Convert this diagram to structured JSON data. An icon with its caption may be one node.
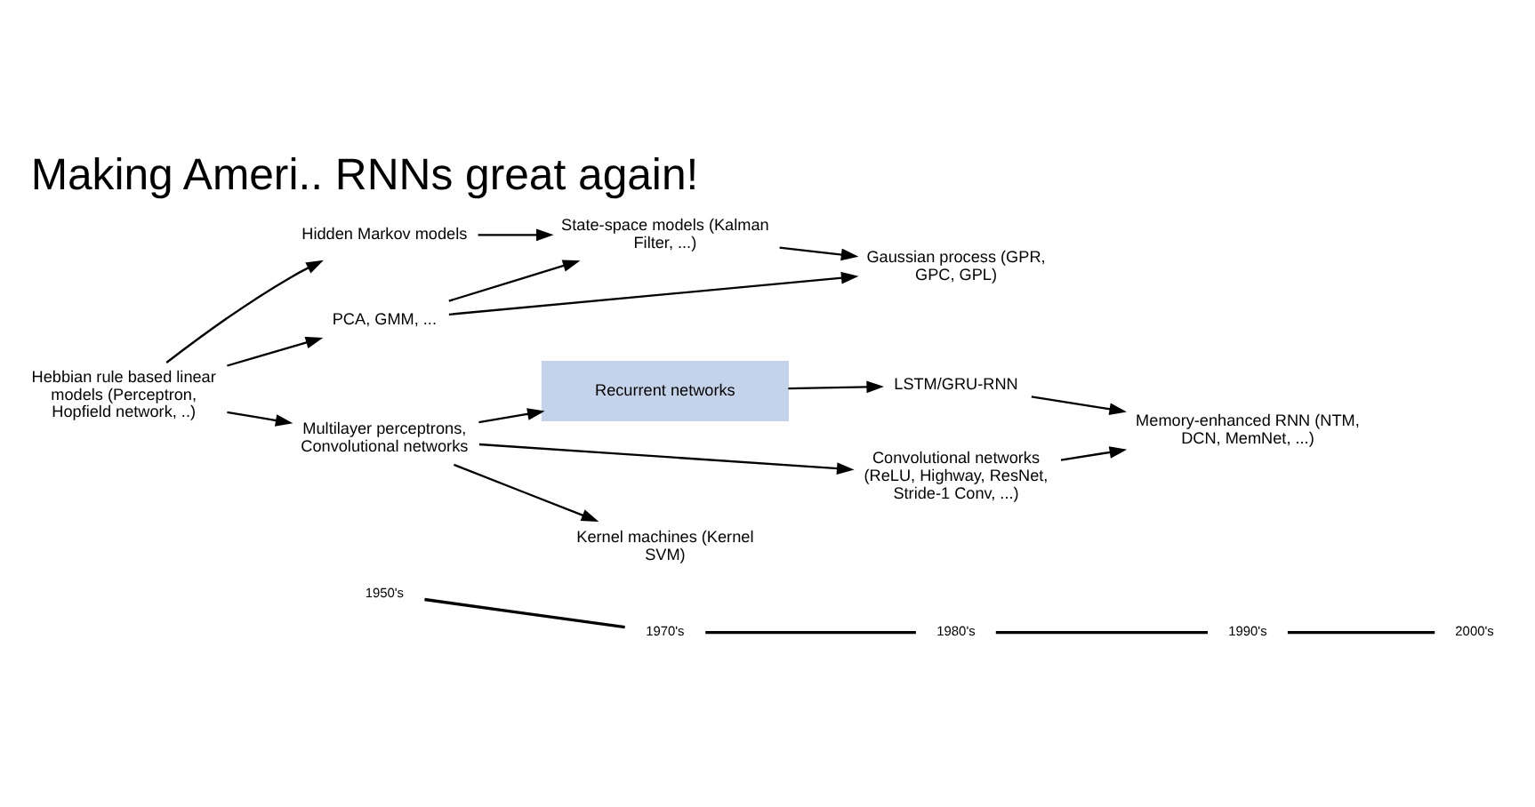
{
  "diagram": {
    "title": "Making Ameri.. RNNs great again!",
    "nodes": [
      {
        "text": [
          "Recurrent networks"
        ]
      },
      {
        "text": [
          "LSTM/GRU-RNN"
        ]
      },
      {
        "text": [
          "Hidden Markov models"
        ]
      },
      {
        "text": [
          "State-space models (Kalman Filter, ...)"
        ]
      },
      {
        "text": [
          "Memory-enhanced RNN (NTM, DCN, MemNet, ...)"
        ]
      },
      {
        "text": [
          "PCA, GMM, ..."
        ]
      },
      {
        "text": [
          "Multilayer perceptrons, Convolutional networks"
        ]
      },
      {
        "text": [
          "Convolutional networks (ReLU, Highway, ResNet, Stride-1 Conv, ...)"
        ]
      },
      {
        "text": [
          "Hebbian rule based linear models (Perceptron, Hopfield network, ..)"
        ]
      },
      {
        "text": [
          "Kernel machines (Kernel SVM)"
        ]
      },
      {
        "text": [
          "Gaussian process (GPR, GPC, GPL)"
        ]
      }
    ],
    "edges": [
      {
        "from": 0,
        "to": 1,
        "arrow": "to"
      },
      {
        "from": 1,
        "to": 4,
        "arrow": "to"
      },
      {
        "from": 2,
        "to": 3,
        "arrow": "to"
      },
      {
        "from": 6,
        "to": 0,
        "arrow": "to"
      },
      {
        "from": 8,
        "to": 2,
        "arrow": "to"
      },
      {
        "from": 8,
        "to": 5,
        "arrow": "to"
      },
      {
        "from": 8,
        "to": 6,
        "arrow": "to"
      },
      {
        "from": 5,
        "to": 3,
        "arrow": "to"
      },
      {
        "from": 5,
        "to": 10,
        "arrow": "to"
      },
      {
        "from": 3,
        "to": 10,
        "arrow": "to"
      },
      {
        "from": 6,
        "to": 7,
        "arrow": "to"
      },
      {
        "from": 7,
        "to": 4,
        "arrow": "to"
      },
      {
        "from": 6,
        "to": 9,
        "arrow": "to"
      }
    ],
    "labels": [
      "1950's",
      "1970's",
      "1980's",
      "1990's",
      "2000's"
    ]
  }
}
